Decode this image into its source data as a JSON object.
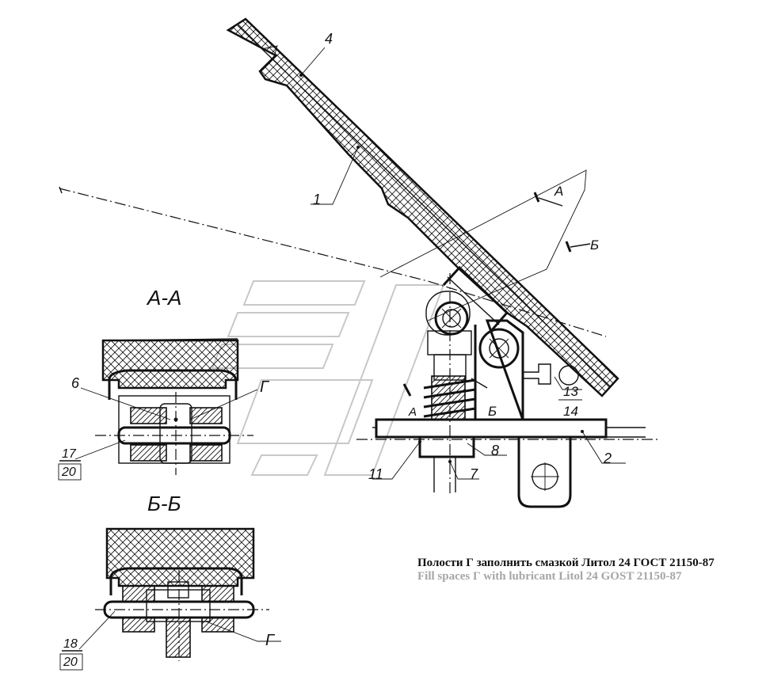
{
  "sections": {
    "aa_title": "А-А",
    "bb_title": "Б-Б"
  },
  "callouts": {
    "c1": "1",
    "c2": "2",
    "c4": "4",
    "c6": "6",
    "c7": "7",
    "c8": "8",
    "c11": "11",
    "c13": "13",
    "c14": "14",
    "c17": "17",
    "c18": "18",
    "c20a": "20",
    "c20b": "20",
    "g_aa": "Г",
    "g_bb": "Г"
  },
  "cut_marks": {
    "a_top": "А",
    "b_top": "Б",
    "a_bottom": "А",
    "b_bottom": "Б"
  },
  "notes": {
    "russian": "Полости Г заполнить смазкой Литол 24 ГОСТ 21150-87",
    "english": "Fill spaces Г with lubricant Litol 24 GOST 21150-87"
  }
}
